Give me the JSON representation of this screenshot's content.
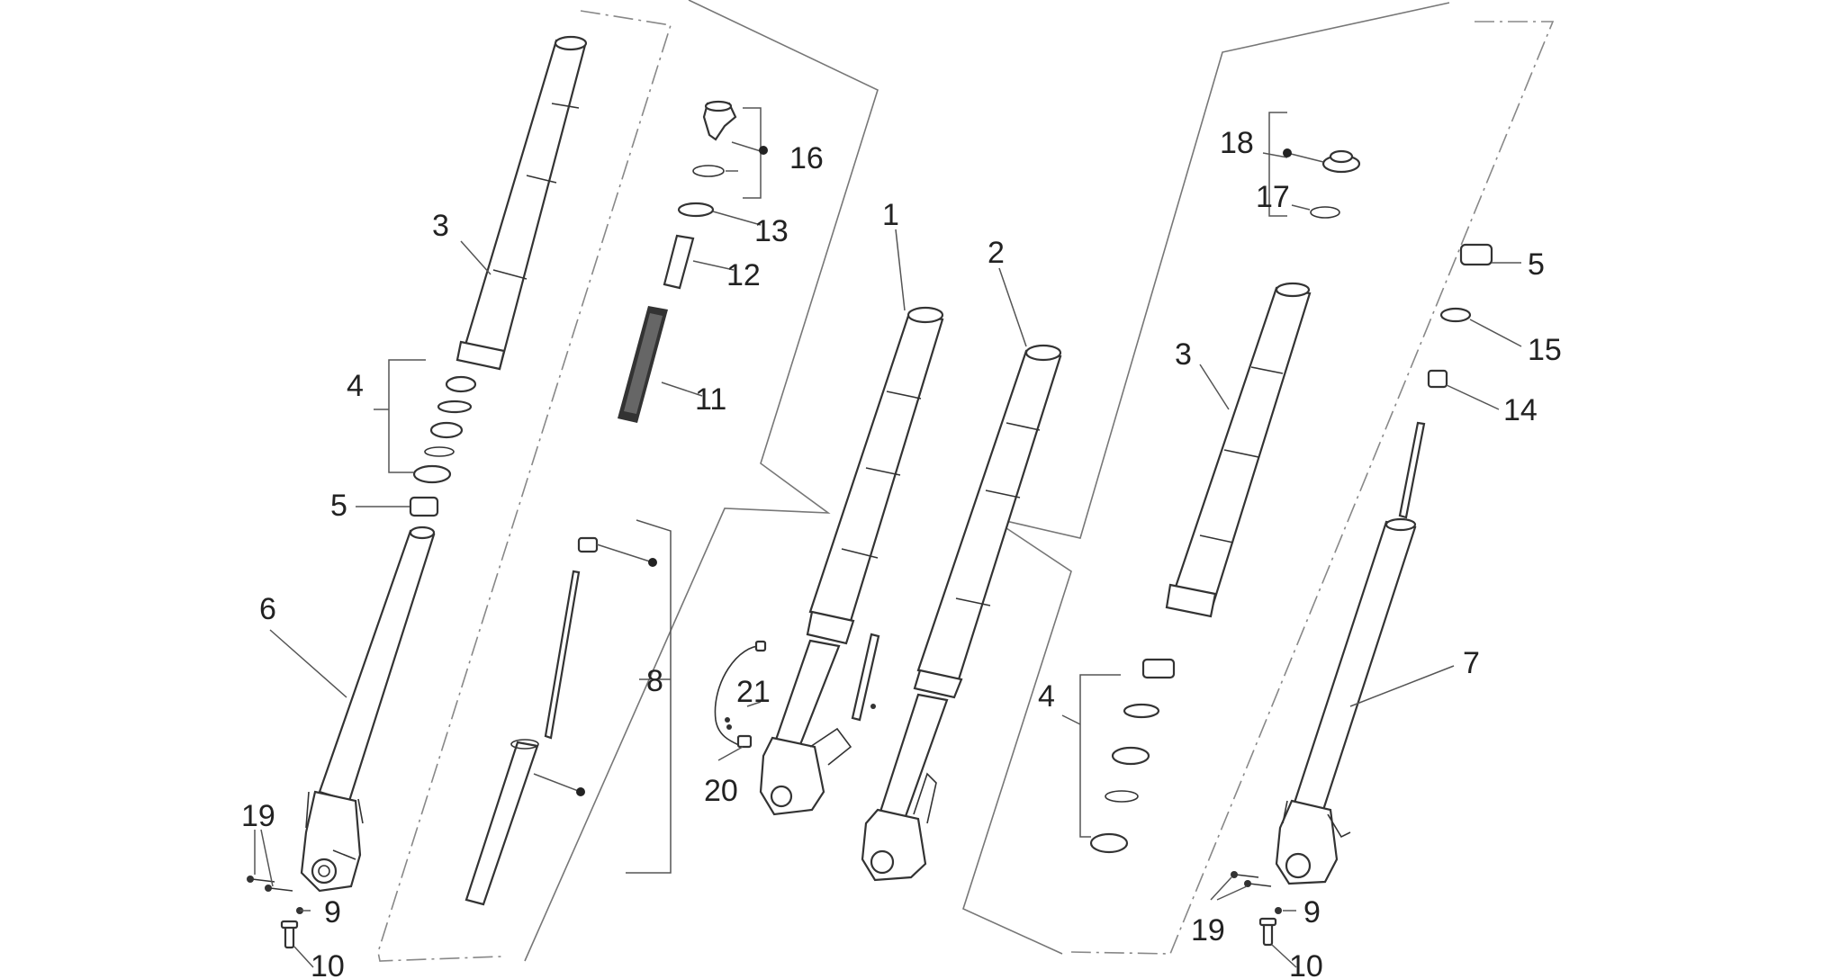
{
  "diagram": {
    "labels": {
      "p1": "1",
      "p2": "2",
      "p3_left": "3",
      "p3_right": "3",
      "p4_left": "4",
      "p4_right": "4",
      "p5_left": "5",
      "p5_right": "5",
      "p6": "6",
      "p7": "7",
      "p8": "8",
      "p9_left": "9",
      "p9_right": "9",
      "p10_left": "10",
      "p10_right": "10",
      "p11": "11",
      "p12": "12",
      "p13": "13",
      "p14": "14",
      "p15": "15",
      "p16": "16",
      "p17": "17",
      "p18": "18",
      "p19_left": "19",
      "p19_right": "19",
      "p20": "20",
      "p21": "21"
    }
  }
}
